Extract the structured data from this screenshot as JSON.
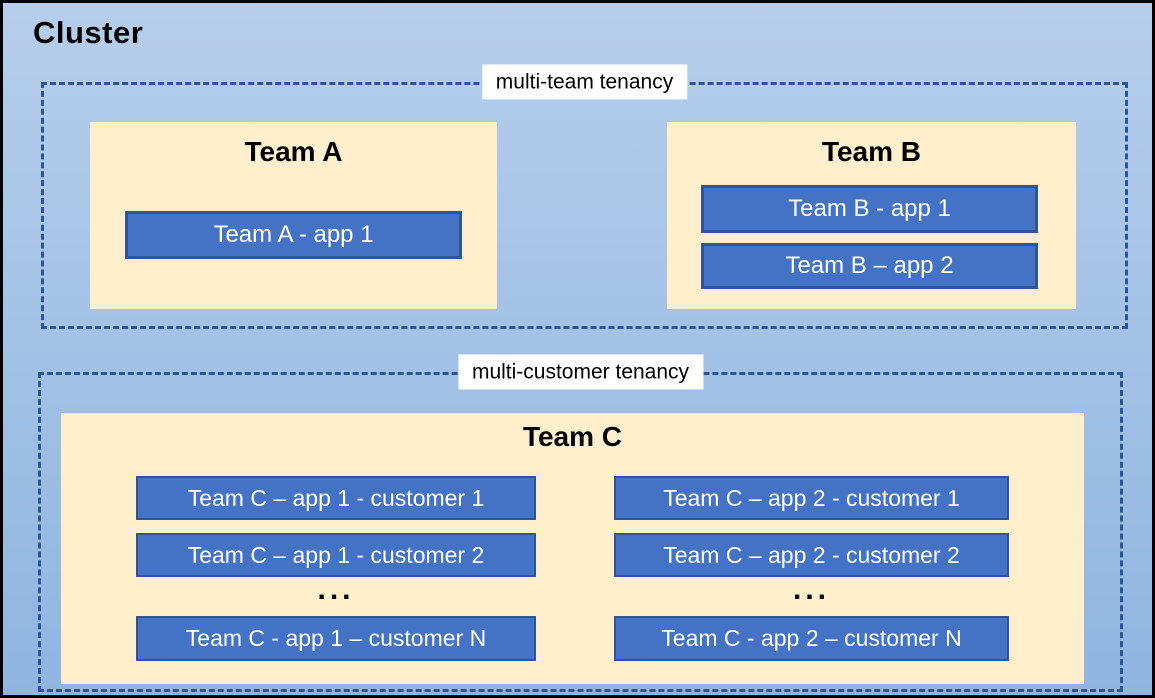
{
  "cluster": {
    "title": "Cluster"
  },
  "zones": [
    {
      "label": "multi-team tenancy",
      "teams": [
        {
          "name": "Team A",
          "apps": [
            "Team A - app 1"
          ]
        },
        {
          "name": "Team B",
          "apps": [
            "Team B - app 1",
            "Team B – app 2"
          ]
        }
      ]
    },
    {
      "label": "multi-customer tenancy",
      "teams": [
        {
          "name": "Team C",
          "columns": [
            {
              "rows": [
                "Team C – app 1 - customer 1",
                "Team C – app 1 - customer 2",
                "Team C - app 1 – customer N"
              ],
              "ellipsis": "..."
            },
            {
              "rows": [
                "Team C – app 2 - customer 1",
                "Team C – app 2 - customer 2",
                "Team C - app 2 – customer N"
              ],
              "ellipsis": "..."
            }
          ]
        }
      ]
    }
  ],
  "colors": {
    "background_top": "#B6CEEB",
    "background_bottom": "#8FB5E1",
    "panel_fill": "#FFEFCD",
    "app_fill": "#4472C4",
    "app_border": "#2F5497",
    "dashed_border": "#2F5496",
    "label_background": "#FFFFFF",
    "text_dark": "#000000",
    "text_light": "#FFFFFF"
  }
}
